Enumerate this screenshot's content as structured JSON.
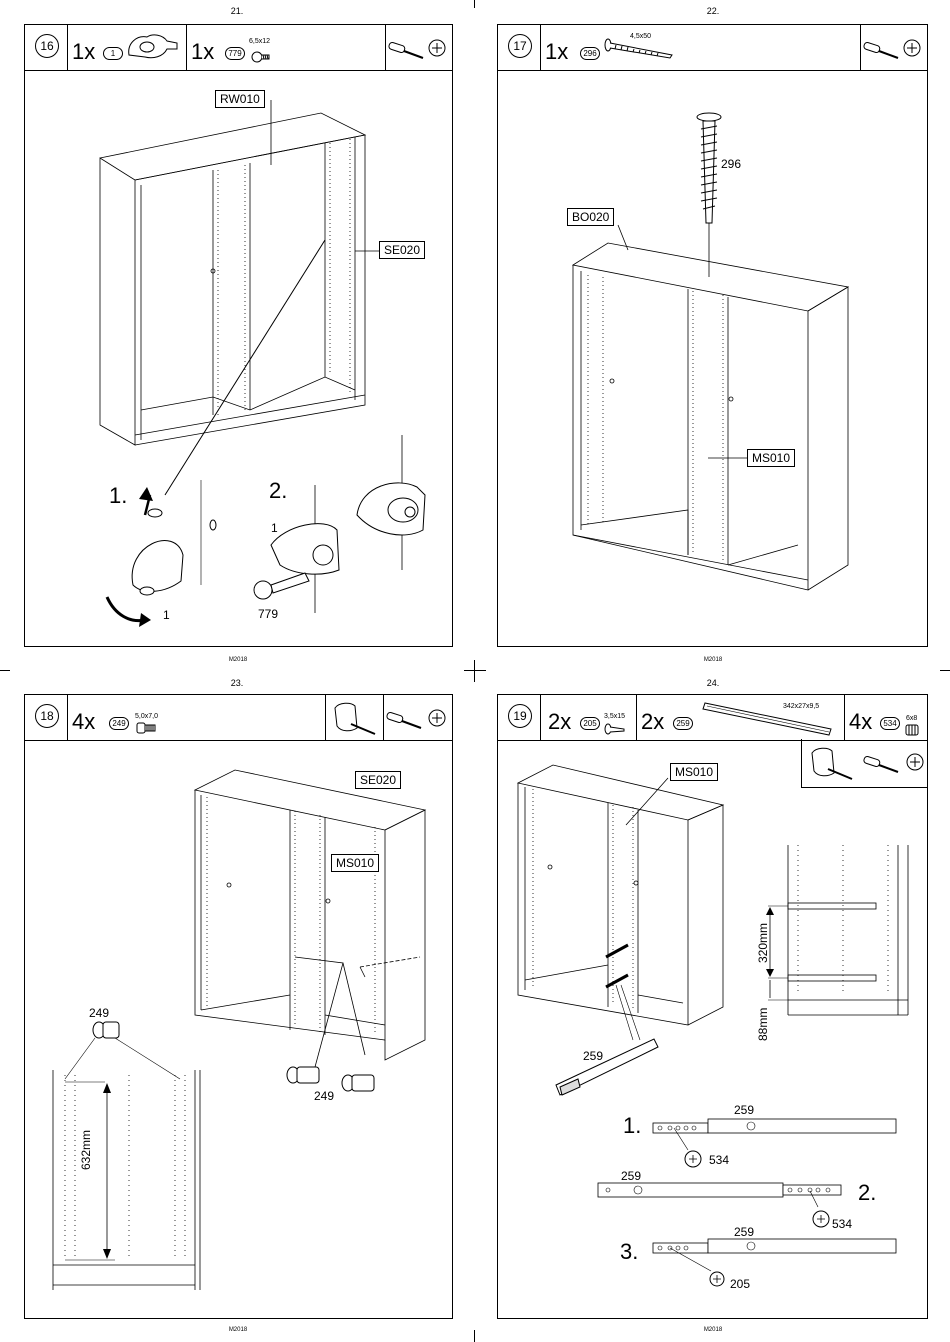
{
  "pages": [
    {
      "page_number": "21.",
      "footer": "M2018",
      "step": "16",
      "parts": [
        {
          "qty": "1x",
          "part_no": "1",
          "dimension": ""
        },
        {
          "qty": "1x",
          "part_no": "779",
          "dimension": "6,5x12"
        }
      ],
      "labels": [
        "RW010",
        "SE020"
      ],
      "callouts": [
        "1.",
        "2.",
        "1",
        "1",
        "779"
      ]
    },
    {
      "page_number": "22.",
      "footer": "M2018",
      "step": "17",
      "parts": [
        {
          "qty": "1x",
          "part_no": "296",
          "dimension": "4,5x50"
        }
      ],
      "labels": [
        "BO020",
        "MS010"
      ],
      "callouts": [
        "296"
      ]
    },
    {
      "page_number": "23.",
      "footer": "M2018",
      "step": "18",
      "parts": [
        {
          "qty": "4x",
          "part_no": "249",
          "dimension": "5,0x7,0"
        }
      ],
      "labels": [
        "SE020",
        "MS010"
      ],
      "callouts": [
        "249",
        "249",
        "632mm"
      ]
    },
    {
      "page_number": "24.",
      "footer": "M2018",
      "step": "19",
      "parts": [
        {
          "qty": "2x",
          "part_no": "205",
          "dimension": "3,5x15"
        },
        {
          "qty": "2x",
          "part_no": "259",
          "dimension": "342x27x9,5"
        },
        {
          "qty": "4x",
          "part_no": "534",
          "dimension": "6x8"
        }
      ],
      "labels": [
        "MS010"
      ],
      "callouts": [
        "259",
        "320mm",
        "88mm",
        "1.",
        "259",
        "534",
        "259",
        "2.",
        "534",
        "3.",
        "259",
        "205"
      ]
    }
  ],
  "icons": [
    "screwdriver-icon",
    "phillips-head-icon",
    "glove-hand-icon"
  ]
}
